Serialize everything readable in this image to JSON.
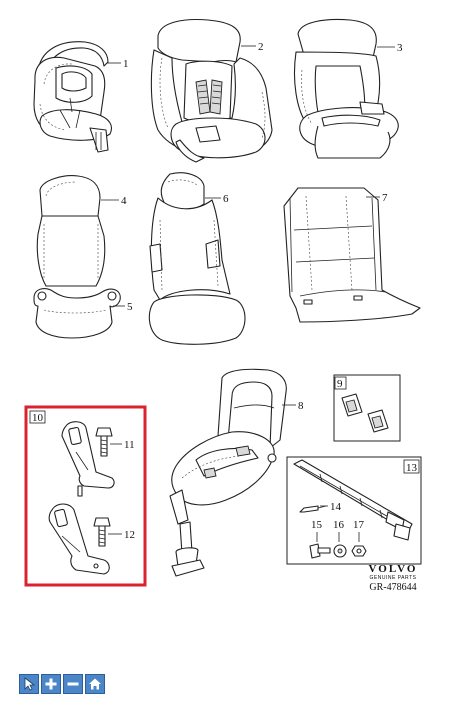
{
  "callouts": {
    "c1": "1",
    "c2": "2",
    "c3": "3",
    "c4": "4",
    "c5": "5",
    "c6": "6",
    "c7": "7",
    "c8": "8",
    "c9": "9",
    "c10": "10",
    "c11": "11",
    "c12": "12",
    "c13": "13",
    "c14": "14",
    "c15": "15",
    "c16": "16",
    "c17": "17"
  },
  "brand": {
    "logo_text": "VOLVO",
    "logo_sub": "GENUINE PARTS",
    "ref_code": "GR-478644"
  },
  "highlight_color": "#d9232e",
  "toolbar": {
    "buttons": [
      {
        "name": "select-pointer-button",
        "icon": "cursor-icon"
      },
      {
        "name": "zoom-in-button",
        "icon": "plus-icon"
      },
      {
        "name": "zoom-out-button",
        "icon": "minus-icon"
      },
      {
        "name": "home-button",
        "icon": "home-icon"
      }
    ],
    "color": "#4a86c8"
  }
}
